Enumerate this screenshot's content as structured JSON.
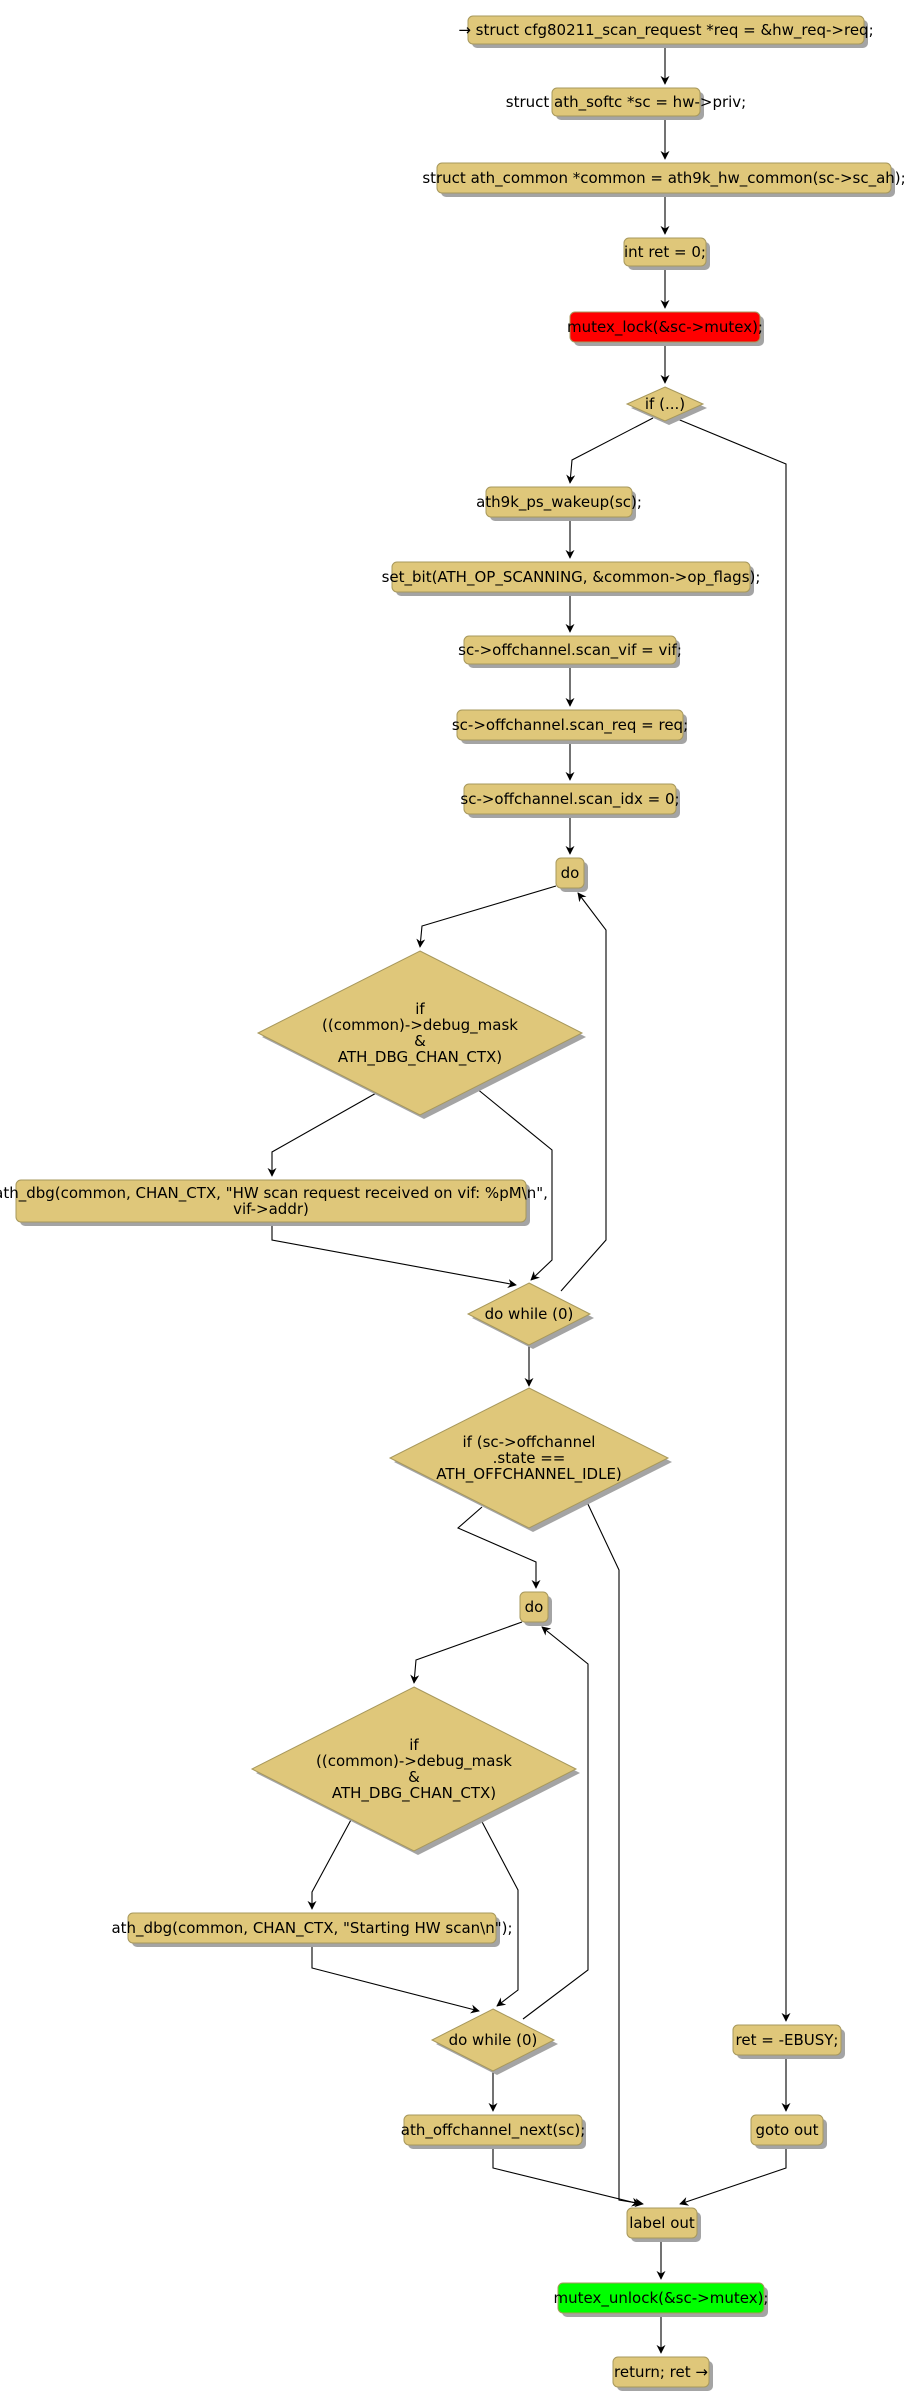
{
  "colors": {
    "node_fill": "#dfc77a",
    "node_stroke": "#a7985c",
    "shadow": "#a4a4a4",
    "lock_fill": "#ff0000",
    "unlock_fill": "#00ff00",
    "edge": "#000000"
  },
  "nodes": [
    {
      "id": "n_req",
      "kind": "box",
      "lines": [
        "→ struct cfg80211_scan_request *req = &hw_req->req;"
      ]
    },
    {
      "id": "n_sc",
      "kind": "box",
      "lines": [
        "struct ath_softc *sc = hw->priv;"
      ]
    },
    {
      "id": "n_common",
      "kind": "box",
      "lines": [
        "struct ath_common *common = ath9k_hw_common(sc->sc_ah);"
      ]
    },
    {
      "id": "n_ret",
      "kind": "box",
      "lines": [
        "int ret = 0;"
      ]
    },
    {
      "id": "n_lock",
      "kind": "box",
      "color": "lock",
      "lines": [
        "mutex_lock(&sc->mutex);"
      ]
    },
    {
      "id": "n_if1",
      "kind": "diamond",
      "lines": [
        "if (...)"
      ]
    },
    {
      "id": "n_wakeup",
      "kind": "box",
      "lines": [
        "ath9k_ps_wakeup(sc);"
      ]
    },
    {
      "id": "n_setbit",
      "kind": "box",
      "lines": [
        "set_bit(ATH_OP_SCANNING, &common->op_flags);"
      ]
    },
    {
      "id": "n_vif",
      "kind": "box",
      "lines": [
        "sc->offchannel.scan_vif = vif;"
      ]
    },
    {
      "id": "n_sreq",
      "kind": "box",
      "lines": [
        "sc->offchannel.scan_req = req;"
      ]
    },
    {
      "id": "n_idx",
      "kind": "box",
      "lines": [
        "sc->offchannel.scan_idx = 0;"
      ]
    },
    {
      "id": "n_do1",
      "kind": "box",
      "lines": [
        "do"
      ]
    },
    {
      "id": "n_if2",
      "kind": "diamond",
      "lines": [
        "if",
        "((common)->debug_mask",
        "&",
        "ATH_DBG_CHAN_CTX)"
      ]
    },
    {
      "id": "n_dbg1",
      "kind": "box",
      "lines": [
        "ath_dbg(common, CHAN_CTX, \"HW scan request received on vif: %pM\\n\",",
        "vif->addr)"
      ]
    },
    {
      "id": "n_while1",
      "kind": "diamond",
      "lines": [
        "do while (0)"
      ]
    },
    {
      "id": "n_if3",
      "kind": "diamond",
      "lines": [
        "if (sc->offchannel",
        ".state ==",
        "ATH_OFFCHANNEL_IDLE)"
      ]
    },
    {
      "id": "n_do2",
      "kind": "box",
      "lines": [
        "do"
      ]
    },
    {
      "id": "n_if4",
      "kind": "diamond",
      "lines": [
        "if",
        "((common)->debug_mask",
        "&",
        "ATH_DBG_CHAN_CTX)"
      ]
    },
    {
      "id": "n_dbg2",
      "kind": "box",
      "lines": [
        "ath_dbg(common, CHAN_CTX, \"Starting HW scan\\n\");"
      ]
    },
    {
      "id": "n_while2",
      "kind": "diamond",
      "lines": [
        "do while (0)"
      ]
    },
    {
      "id": "n_next",
      "kind": "box",
      "lines": [
        "ath_offchannel_next(sc);"
      ]
    },
    {
      "id": "n_ebusy",
      "kind": "box",
      "lines": [
        "ret = -EBUSY;"
      ]
    },
    {
      "id": "n_goto",
      "kind": "box",
      "lines": [
        "goto out"
      ]
    },
    {
      "id": "n_label",
      "kind": "box",
      "lines": [
        "label out"
      ]
    },
    {
      "id": "n_unlock",
      "kind": "box",
      "color": "unlock",
      "lines": [
        "mutex_unlock(&sc->mutex);"
      ]
    },
    {
      "id": "n_return",
      "kind": "box",
      "lines": [
        "return; ret →"
      ]
    }
  ],
  "edges": [
    {
      "from": "n_req",
      "to": "n_sc"
    },
    {
      "from": "n_sc",
      "to": "n_common"
    },
    {
      "from": "n_common",
      "to": "n_ret"
    },
    {
      "from": "n_ret",
      "to": "n_lock"
    },
    {
      "from": "n_lock",
      "to": "n_if1"
    },
    {
      "from": "n_if1",
      "to": "n_wakeup"
    },
    {
      "from": "n_if1",
      "to": "n_ebusy"
    },
    {
      "from": "n_wakeup",
      "to": "n_setbit"
    },
    {
      "from": "n_setbit",
      "to": "n_vif"
    },
    {
      "from": "n_vif",
      "to": "n_sreq"
    },
    {
      "from": "n_sreq",
      "to": "n_idx"
    },
    {
      "from": "n_idx",
      "to": "n_do1"
    },
    {
      "from": "n_do1",
      "to": "n_if2"
    },
    {
      "from": "n_if2",
      "to": "n_dbg1"
    },
    {
      "from": "n_if2",
      "to": "n_while1"
    },
    {
      "from": "n_dbg1",
      "to": "n_while1"
    },
    {
      "from": "n_while1",
      "to": "n_do1"
    },
    {
      "from": "n_while1",
      "to": "n_if3"
    },
    {
      "from": "n_if3",
      "to": "n_do2"
    },
    {
      "from": "n_if3",
      "to": "n_label"
    },
    {
      "from": "n_do2",
      "to": "n_if4"
    },
    {
      "from": "n_if4",
      "to": "n_dbg2"
    },
    {
      "from": "n_if4",
      "to": "n_while2"
    },
    {
      "from": "n_dbg2",
      "to": "n_while2"
    },
    {
      "from": "n_while2",
      "to": "n_do2"
    },
    {
      "from": "n_while2",
      "to": "n_next"
    },
    {
      "from": "n_next",
      "to": "n_label"
    },
    {
      "from": "n_ebusy",
      "to": "n_goto"
    },
    {
      "from": "n_goto",
      "to": "n_label"
    },
    {
      "from": "n_label",
      "to": "n_unlock"
    },
    {
      "from": "n_unlock",
      "to": "n_return"
    }
  ]
}
